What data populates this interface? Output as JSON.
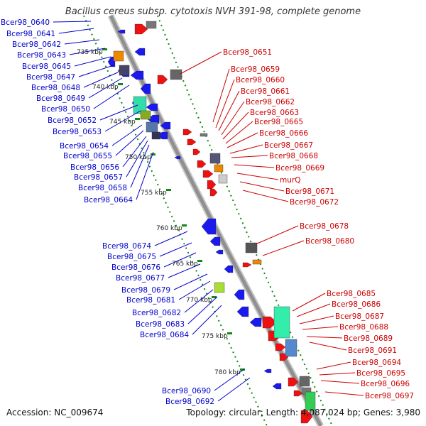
{
  "title": "Bacillus cereus subsp. cytotoxis NVH 391-98, complete genome",
  "accession_text": "Accession: NC_009674",
  "summary_text": "Topology: circular; Length: 4,087,024 bp; Genes: 3,980",
  "colors": {
    "reverse_label": "#0000cc",
    "forward_label": "#cc0000",
    "reverse_gene": "#1a1aee",
    "forward_gene": "#ee1111",
    "backbone": "#909090",
    "tick": "#118811"
  },
  "kbp_ticks": [
    "735 kbp",
    "740 kbp",
    "745 kbp",
    "750 kbp",
    "755 kbp",
    "760 kbp",
    "765 kbp",
    "770 kbp",
    "775 kbp",
    "780 kbp"
  ],
  "reverse_labels": [
    "Bcer98_0640",
    "Bcer98_0641",
    "Bcer98_0642",
    "Bcer98_0643",
    "Bcer98_0645",
    "Bcer98_0647",
    "Bcer98_0648",
    "Bcer98_0649",
    "Bcer98_0650",
    "Bcer98_0652",
    "Bcer98_0653",
    "Bcer98_0654",
    "Bcer98_0655",
    "Bcer98_0656",
    "Bcer98_0657",
    "Bcer98_0658",
    "Bcer98_0664",
    "Bcer98_0674",
    "Bcer98_0675",
    "Bcer98_0676",
    "Bcer98_0677",
    "Bcer98_0679",
    "Bcer98_0681",
    "Bcer98_0682",
    "Bcer98_0683",
    "Bcer98_0684",
    "Bcer98_0690",
    "Bcer98_0692"
  ],
  "forward_labels": [
    "Bcer98_0651",
    "Bcer98_0659",
    "Bcer98_0660",
    "Bcer98_0661",
    "Bcer98_0662",
    "Bcer98_0663",
    "Bcer98_0665",
    "Bcer98_0666",
    "Bcer98_0667",
    "Bcer98_0668",
    "Bcer98_0669",
    "murQ",
    "Bcer98_0671",
    "Bcer98_0672",
    "Bcer98_0678",
    "Bcer98_0680",
    "Bcer98_0685",
    "Bcer98_0686",
    "Bcer98_0687",
    "Bcer98_0688",
    "Bcer98_0689",
    "Bcer98_0691",
    "Bcer98_0694",
    "Bcer98_0695",
    "Bcer98_0696",
    "Bcer98_0697"
  ]
}
